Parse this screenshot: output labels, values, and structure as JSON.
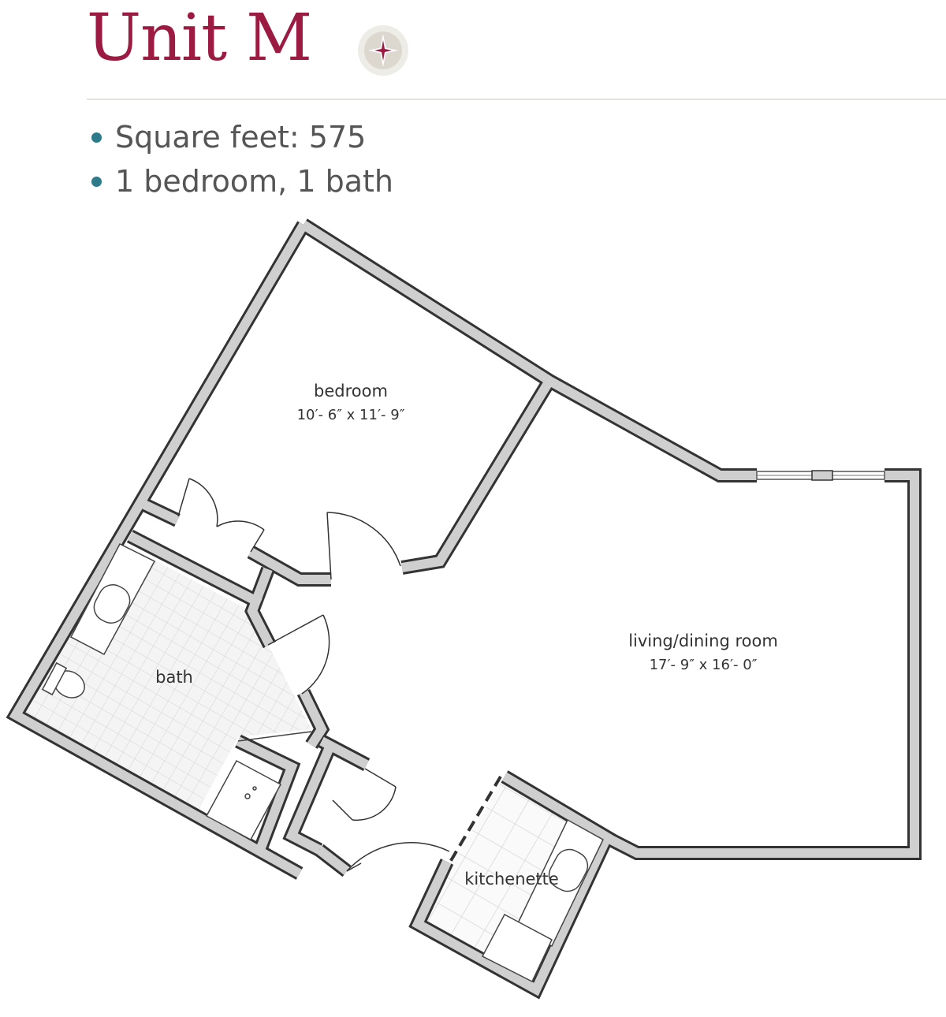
{
  "header": {
    "title": "Unit M",
    "logo_icon": "compass-star-icon"
  },
  "specs": [
    "Square feet: 575",
    "1 bedroom, 1 bath"
  ],
  "rooms": {
    "bedroom": {
      "name": "bedroom",
      "dims": "10′- 6″  x  11′- 9″"
    },
    "living": {
      "name": "living/dining room",
      "dims": "17′- 9″  x  16′- 0″"
    },
    "bath": {
      "name": "bath"
    },
    "kitchenette": {
      "name": "kitchenette"
    }
  },
  "colors": {
    "title": "#9b1b42",
    "bullet": "#2d7a8a",
    "wall_fill": "#cfcfcf",
    "wall_stroke": "#333333",
    "tile": "#d8d8d8"
  }
}
